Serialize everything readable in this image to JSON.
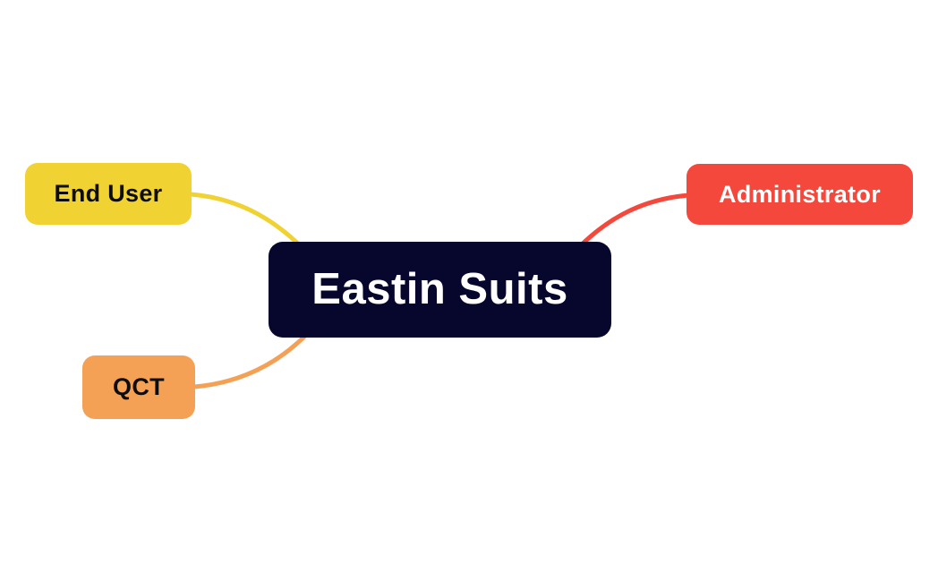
{
  "diagram": {
    "type": "mindmap",
    "background": "#ffffff",
    "root": {
      "label": "Eastin Suits",
      "fill": "#07072E",
      "text_color": "#ffffff"
    },
    "branches": [
      {
        "id": "end-user",
        "label": "End User",
        "position": "top-left",
        "fill": "#F0D333",
        "text_color": "#0d0d0d",
        "connector_color": "#F0D333"
      },
      {
        "id": "administrator",
        "label": "Administrator",
        "position": "top-right",
        "fill": "#F4483C",
        "text_color": "#ffffff",
        "connector_color": "#F4483C"
      },
      {
        "id": "qct",
        "label": "QCT",
        "position": "bottom-left",
        "fill": "#F5A155",
        "text_color": "#0d0d0d",
        "connector_color": "#F5A155"
      }
    ]
  }
}
